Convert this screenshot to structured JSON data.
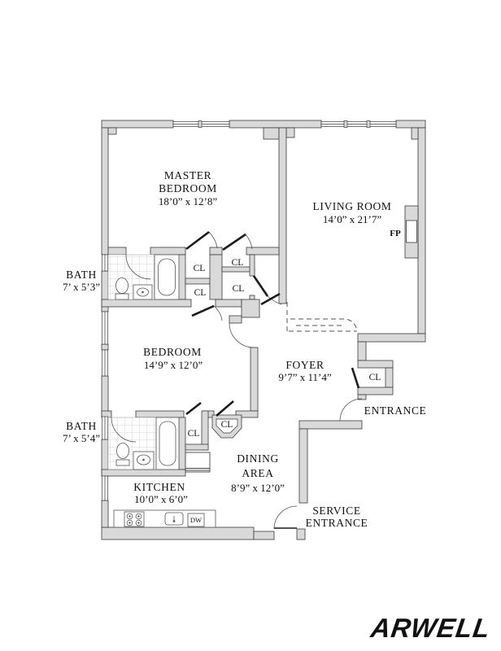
{
  "colors": {
    "wall": "#d9d9d9",
    "outline": "#3a3a3a",
    "logo_red": "#e3120b"
  },
  "logo": {
    "text": "ARWELL"
  },
  "labels": {
    "closet": "CL",
    "fireplace": "FP",
    "dishwasher": "DW",
    "entrance": "ENTRANCE",
    "service_line1": "SERVICE",
    "service_line2": "ENTRANCE"
  },
  "rooms": {
    "master_bedroom": {
      "line1": "MASTER",
      "line2": "BEDROOM",
      "dims": "18’0” x 12’8”"
    },
    "living_room": {
      "name": "LIVING ROOM",
      "dims": "14’0” x 21’7”"
    },
    "bath_upper": {
      "name": "BATH",
      "dims": "7’ x 5’3”"
    },
    "bedroom": {
      "name": "BEDROOM",
      "dims": "14’9” x 12’0”"
    },
    "foyer": {
      "name": "FOYER",
      "dims": "9’7” x 11’4”"
    },
    "bath_lower": {
      "name": "BATH",
      "dims": "7’ x 5’4”"
    },
    "kitchen": {
      "name": "KITCHEN",
      "dims": "10’0” x 6’0”"
    },
    "dining_area": {
      "line1": "DINING",
      "line2": "AREA",
      "dims": "8’9” x 12’0”"
    }
  }
}
